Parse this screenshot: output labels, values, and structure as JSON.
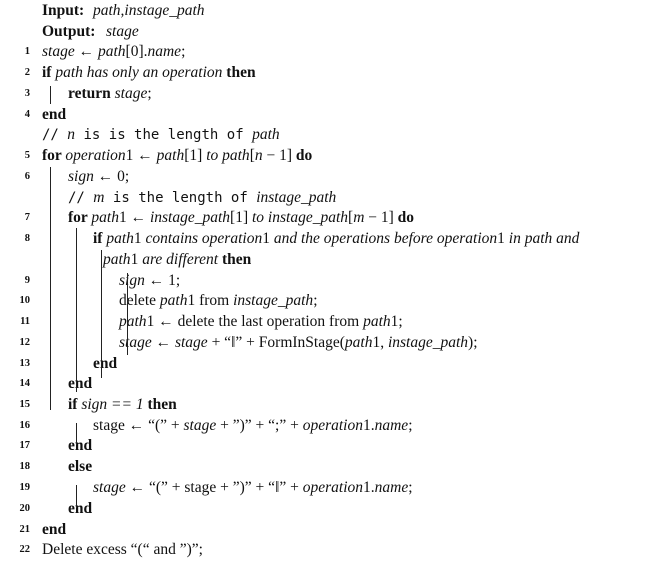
{
  "header": {
    "input_label": "Input:",
    "input_value": "path,instage_path",
    "output_label": "Output:",
    "output_value": "stage"
  },
  "lines": [
    {
      "n": "1",
      "parts": [
        [
          "i",
          "stage"
        ],
        [
          "t",
          " ← "
        ],
        [
          "i",
          "path"
        ],
        [
          "t",
          "[0]."
        ],
        [
          "i",
          "name"
        ],
        [
          "t",
          ";"
        ]
      ]
    },
    {
      "n": "2",
      "parts": [
        [
          "b",
          "if "
        ],
        [
          "i",
          "path has only an operation"
        ],
        [
          "b",
          " then"
        ]
      ]
    },
    {
      "n": "3",
      "parts": [
        [
          "b",
          "return "
        ],
        [
          "i",
          "stage"
        ],
        [
          "t",
          ";"
        ]
      ]
    },
    {
      "n": "4",
      "parts": [
        [
          "b",
          "end"
        ]
      ]
    },
    {
      "n": "",
      "parts": [
        [
          "m",
          "// "
        ],
        [
          "i",
          "n"
        ],
        [
          "m",
          " is is the length of "
        ],
        [
          "i",
          "path"
        ]
      ]
    },
    {
      "n": "5",
      "parts": [
        [
          "b",
          "for "
        ],
        [
          "i",
          "operation"
        ],
        [
          "t",
          "1 ← "
        ],
        [
          "i",
          "path"
        ],
        [
          "t",
          "[1] "
        ],
        [
          "i",
          "to path"
        ],
        [
          "t",
          "["
        ],
        [
          "i",
          "n"
        ],
        [
          "t",
          " − 1] "
        ],
        [
          "b",
          "do"
        ]
      ]
    },
    {
      "n": "6",
      "parts": [
        [
          "i",
          "sign"
        ],
        [
          "t",
          " ← 0;"
        ]
      ]
    },
    {
      "n": "",
      "parts": [
        [
          "m",
          "// "
        ],
        [
          "i",
          "m"
        ],
        [
          "m",
          " is the length of "
        ],
        [
          "i",
          "instage_path"
        ]
      ]
    },
    {
      "n": "7",
      "parts": [
        [
          "b",
          "for "
        ],
        [
          "i",
          "path"
        ],
        [
          "t",
          "1 ← "
        ],
        [
          "i",
          "instage_path"
        ],
        [
          "t",
          "[1] "
        ],
        [
          "i",
          "to instage_path"
        ],
        [
          "t",
          "["
        ],
        [
          "i",
          "m"
        ],
        [
          "t",
          " − 1] "
        ],
        [
          "b",
          "do"
        ]
      ]
    },
    {
      "n": "8",
      "parts": [
        [
          "b",
          "if "
        ],
        [
          "i",
          "path"
        ],
        [
          "t",
          "1 "
        ],
        [
          "i",
          "contains operation"
        ],
        [
          "t",
          "1 "
        ],
        [
          "i",
          "and the operations before operation"
        ],
        [
          "t",
          "1 "
        ],
        [
          "i",
          "in path and"
        ]
      ]
    },
    {
      "n": "",
      "parts": [
        [
          "i",
          "path"
        ],
        [
          "t",
          "1 "
        ],
        [
          "i",
          "are different"
        ],
        [
          "b",
          " then"
        ]
      ]
    },
    {
      "n": "9",
      "parts": [
        [
          "i",
          "sign"
        ],
        [
          "t",
          " ← 1;"
        ]
      ]
    },
    {
      "n": "10",
      "parts": [
        [
          "t",
          "delete "
        ],
        [
          "i",
          "path"
        ],
        [
          "t",
          "1 from "
        ],
        [
          "i",
          "instage_path"
        ],
        [
          "t",
          ";"
        ]
      ]
    },
    {
      "n": "11",
      "parts": [
        [
          "i",
          "path"
        ],
        [
          "t",
          "1 ← delete the last operation from "
        ],
        [
          "i",
          "path"
        ],
        [
          "t",
          "1;"
        ]
      ]
    },
    {
      "n": "12",
      "parts": [
        [
          "i",
          "stage"
        ],
        [
          "t",
          " ← "
        ],
        [
          "i",
          "stage"
        ],
        [
          "t",
          " + “‖” + FormInStage("
        ],
        [
          "i",
          "path"
        ],
        [
          "t",
          "1, "
        ],
        [
          "i",
          "instage_path"
        ],
        [
          "t",
          ");"
        ]
      ]
    },
    {
      "n": "13",
      "parts": [
        [
          "b",
          "end"
        ]
      ]
    },
    {
      "n": "14",
      "parts": [
        [
          "b",
          "end"
        ]
      ]
    },
    {
      "n": "15",
      "parts": [
        [
          "b",
          "if "
        ],
        [
          "i",
          "sign == 1"
        ],
        [
          "b",
          " then"
        ]
      ]
    },
    {
      "n": "16",
      "parts": [
        [
          "t",
          "stage ← “(” + "
        ],
        [
          "i",
          "stage"
        ],
        [
          "t",
          " + ”)” + “;” + "
        ],
        [
          "i",
          "operation"
        ],
        [
          "t",
          "1."
        ],
        [
          "i",
          "name"
        ],
        [
          "t",
          ";"
        ]
      ]
    },
    {
      "n": "17",
      "parts": [
        [
          "b",
          "end"
        ]
      ]
    },
    {
      "n": "18",
      "parts": [
        [
          "b",
          "else"
        ]
      ]
    },
    {
      "n": "19",
      "parts": [
        [
          "i",
          "stage"
        ],
        [
          "t",
          " ← “(” + stage + ”)” + “‖” + "
        ],
        [
          "i",
          "operation"
        ],
        [
          "t",
          "1."
        ],
        [
          "i",
          "name"
        ],
        [
          "t",
          ";"
        ]
      ]
    },
    {
      "n": "20",
      "parts": [
        [
          "b",
          "end"
        ]
      ]
    },
    {
      "n": "21",
      "parts": [
        [
          "b",
          "end"
        ]
      ]
    },
    {
      "n": "22",
      "parts": [
        [
          "t",
          "Delete excess “(“ and ”)”;"
        ]
      ]
    }
  ]
}
